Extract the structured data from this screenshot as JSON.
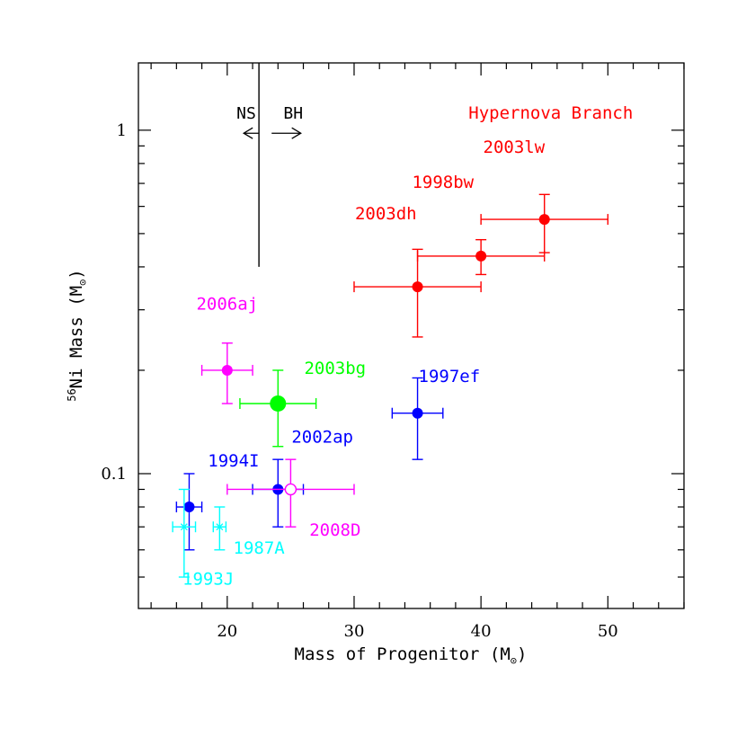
{
  "chart_data": {
    "type": "scatter",
    "x_axis": {
      "label": "Mass of Progenitor (M",
      "label_sub": "⊙",
      "label_end": ")",
      "range": [
        13,
        56
      ],
      "ticks": [
        20,
        30,
        40,
        50
      ],
      "tick_labels": [
        "20",
        "30",
        "40",
        "50"
      ],
      "minor_step": 2
    },
    "y_axis": {
      "label_sup": "56",
      "label": "Ni Mass (M",
      "label_sub": "⊙",
      "label_end": ")",
      "scale": "log",
      "range": [
        0.0405,
        1.57
      ],
      "ticks": [
        0.1,
        1
      ],
      "tick_labels": [
        "0.1",
        "1"
      ]
    },
    "annotations": {
      "ns_label": "NS",
      "bh_label": "BH",
      "hypernova_label": "Hypernova Branch",
      "divider_x": 22.5,
      "divider_y_top": 1.57,
      "divider_y_bottom": 0.4,
      "ns_arrow": [
        22.5,
        21.3
      ],
      "bh_arrow": [
        23.5,
        25.8
      ],
      "arrow_y": 0.98,
      "label_y": 1.08,
      "hypernova_color": "#ff0000"
    },
    "points": [
      {
        "name": "2003lw",
        "color": "#ff0000",
        "x": 45,
        "xerr": [
          5,
          5
        ],
        "y": 0.55,
        "yerr": [
          0.44,
          0.65
        ],
        "marker": "filled",
        "size": 6,
        "label_x": 42.6,
        "label_y": 0.86
      },
      {
        "name": "1998bw",
        "color": "#ff0000",
        "x": 40,
        "xerr": [
          5,
          5
        ],
        "y": 0.43,
        "yerr": [
          0.38,
          0.48
        ],
        "marker": "filled",
        "size": 6,
        "label_x": 37.0,
        "label_y": 0.68
      },
      {
        "name": "2003dh",
        "color": "#ff0000",
        "x": 35,
        "xerr": [
          5,
          5
        ],
        "y": 0.35,
        "yerr": [
          0.25,
          0.45
        ],
        "marker": "filled",
        "size": 6,
        "label_x": 32.5,
        "label_y": 0.55
      },
      {
        "name": "2006aj",
        "color": "#ff00ff",
        "x": 20,
        "xerr": [
          2,
          2
        ],
        "y": 0.2,
        "yerr": [
          0.16,
          0.24
        ],
        "marker": "filled",
        "size": 6,
        "label_x": 20.0,
        "label_y": 0.3
      },
      {
        "name": "2003bg",
        "color": "#00ff00",
        "x": 24,
        "xerr": [
          3,
          3
        ],
        "y": 0.16,
        "yerr": [
          0.12,
          0.2
        ],
        "marker": "filled",
        "size": 9,
        "label_x": 28.5,
        "label_y": 0.195
      },
      {
        "name": "1997ef",
        "color": "#0000ff",
        "x": 35,
        "xerr": [
          2,
          2
        ],
        "y": 0.15,
        "yerr": [
          0.11,
          0.19
        ],
        "marker": "filled",
        "size": 6,
        "label_x": 37.5,
        "label_y": 0.185
      },
      {
        "name": "2002ap",
        "color": "#0000ff",
        "x": 24,
        "xerr": [
          2,
          2
        ],
        "y": 0.09,
        "yerr": [
          0.07,
          0.11
        ],
        "marker": "filled",
        "size": 6,
        "label_x": 27.5,
        "label_y": 0.123
      },
      {
        "name": "2008D",
        "color": "#ff00ff",
        "x": 25,
        "xerr": [
          5,
          5
        ],
        "y": 0.09,
        "yerr": [
          0.07,
          0.11
        ],
        "marker": "open",
        "size": 6,
        "label_x": 28.5,
        "label_y": 0.066
      },
      {
        "name": "1994I",
        "color": "#0000ff",
        "x": 17,
        "xerr": [
          1,
          1
        ],
        "y": 0.08,
        "yerr": [
          0.06,
          0.1
        ],
        "marker": "filled",
        "size": 6,
        "label_x": 20.5,
        "label_y": 0.105
      },
      {
        "name": "1993J",
        "color": "#00ffff",
        "x": 16.6,
        "xerr": [
          0.9,
          0.9
        ],
        "y": 0.07,
        "yerr": [
          0.05,
          0.09
        ],
        "marker": "star",
        "size": 5,
        "label_x": 18.5,
        "label_y": 0.0475
      },
      {
        "name": "1987A",
        "color": "#00ffff",
        "x": 19.4,
        "xerr": [
          0.5,
          0.5
        ],
        "y": 0.07,
        "yerr": [
          0.06,
          0.08
        ],
        "marker": "star",
        "size": 5,
        "label_x": 22.5,
        "label_y": 0.0585
      }
    ]
  }
}
